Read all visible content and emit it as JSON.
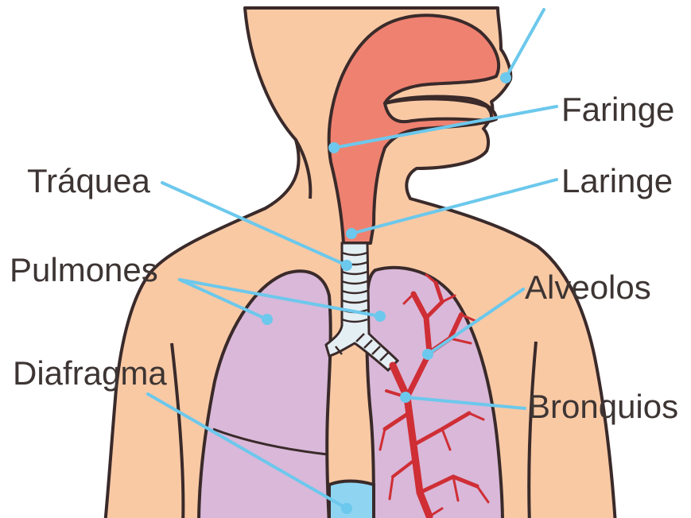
{
  "labels": {
    "faringe": "Faringe",
    "traquea": "Tráquea",
    "laringe": "Laringe",
    "pulmones": "Pulmones",
    "alveolos": "Alveolos",
    "diafragma": "Diafragma",
    "bronquios": "Bronquios"
  },
  "colors": {
    "skin": "#f9c9a4",
    "outline": "#3a2a2a",
    "airway": "#ef8170",
    "lung": "#d9b8d9",
    "trachea": "#e4eff4",
    "bronchi": "#cf2e35",
    "diaphragm": "#8fd5f2",
    "pointer": "#6cc8ec"
  },
  "icons": [
    "nose-pointer-dot",
    "lung-left",
    "lung-right",
    "trachea-rings",
    "bronchial-tree"
  ]
}
